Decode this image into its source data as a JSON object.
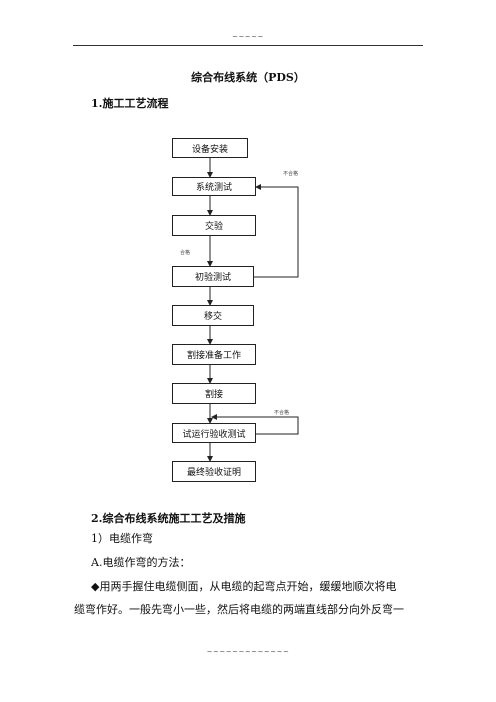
{
  "header": {
    "decoration": "~~~~~"
  },
  "document": {
    "title": "综合布线系统（PDS）",
    "section1_heading": "1.施工工艺流程",
    "section2_heading": "2.综合布线系统施工工艺及措施",
    "sub_item": "1）电缆作弯",
    "method_heading": "A.电缆作弯的方法：",
    "paragraph_line1": "◆用两手握住电缆侧面，从电缆的起弯点开始，缓缓地顺次将电",
    "paragraph_line2": "缆弯作好。一般先弯小一些，然后将电缆的两端直线部分向外反弯一"
  },
  "flowchart": {
    "steps": [
      "设备安装",
      "系统测试",
      "交验",
      "初验测试",
      "移交",
      "割接准备工作",
      "割接",
      "试运行验收测试",
      "最终验收证明"
    ],
    "note_fail_1": "不合格",
    "note_pass": "合格",
    "note_fail_2": "不合格"
  },
  "footer": {
    "decoration": "~~~~~~~~~~~~~"
  }
}
